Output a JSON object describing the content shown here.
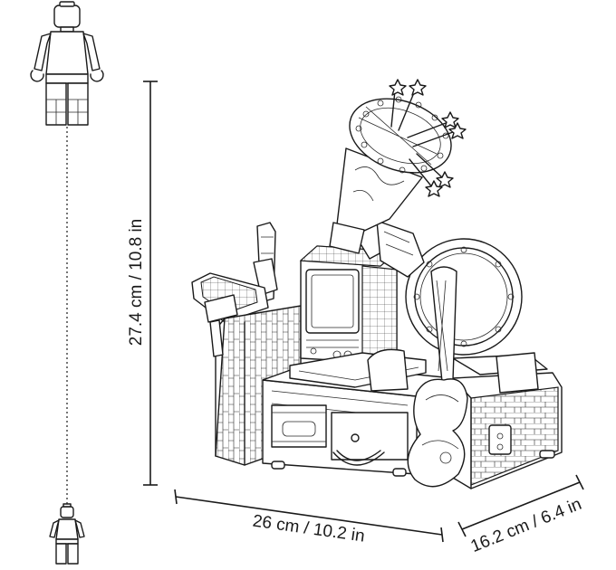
{
  "dimensions": {
    "height": "27.4 cm / 10.8 in",
    "width": "26 cm / 10.2 in",
    "depth": "16.2 cm / 6.4 in"
  },
  "colors": {
    "line": "#1a1a1a",
    "background": "#ffffff"
  }
}
